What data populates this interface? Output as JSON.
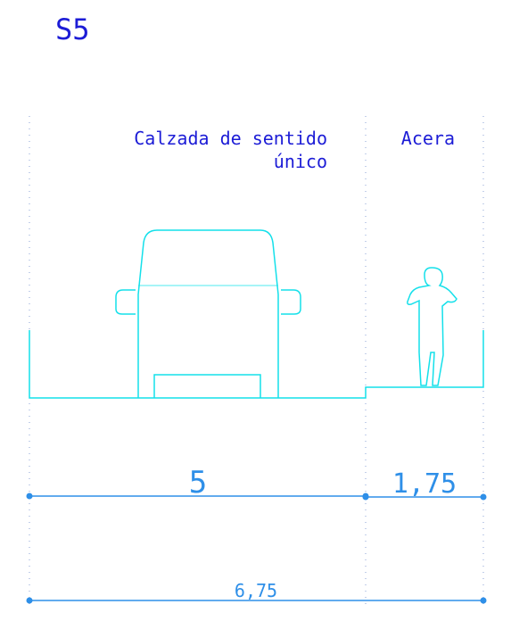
{
  "title": "S5",
  "zones": [
    {
      "label_lines": [
        "Calzada de sentido",
        "único"
      ]
    },
    {
      "label_lines": [
        "Acera"
      ]
    }
  ],
  "dimensions": {
    "calzada": "5",
    "acera": "1,75",
    "total": "6,75"
  },
  "colors": {
    "text": "#1c1cd6",
    "outline": "#14e0ea",
    "dimension": "#2e8fe8",
    "guide": "#8aa2d6"
  },
  "icons": {
    "vehicle": "car-front-icon",
    "person": "pedestrian-icon"
  }
}
